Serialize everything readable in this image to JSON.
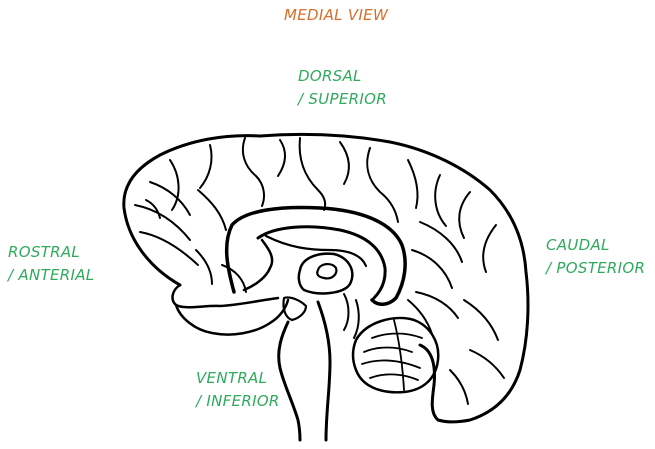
{
  "title": "MEDIAL VIEW",
  "labels": {
    "dorsal": {
      "line1": "DORSAL",
      "line2": "/ SUPERIOR"
    },
    "rostral": {
      "line1": "ROSTRAL",
      "line2": "/ ANTERIAL"
    },
    "caudal": {
      "line1": "CAUDAL",
      "line2": "/ POSTERIOR"
    },
    "ventral": {
      "line1": "VENTRAL",
      "line2": "/ INFERIOR"
    }
  },
  "colors": {
    "title": "#d96d2a",
    "labels": "#2eaa5c",
    "ink": "#000000"
  }
}
